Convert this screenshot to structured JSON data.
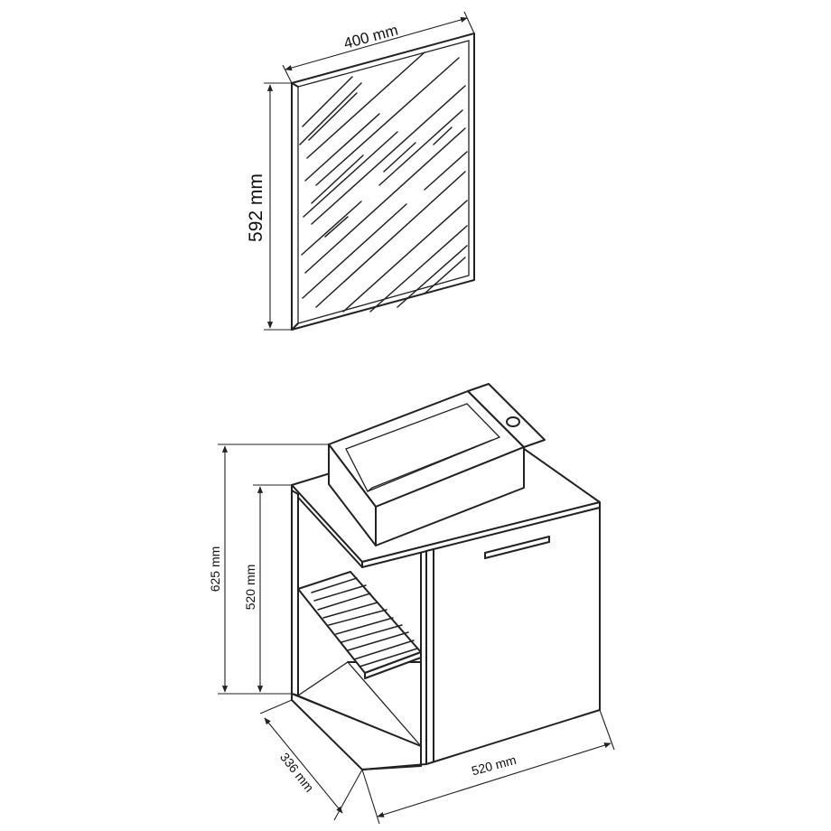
{
  "mirror": {
    "width_label": "400 mm",
    "height_label": "592 mm"
  },
  "cabinet": {
    "total_height_label": "625 mm",
    "body_height_label": "520 mm",
    "depth_label": "336 mm",
    "width_label": "520 mm"
  }
}
